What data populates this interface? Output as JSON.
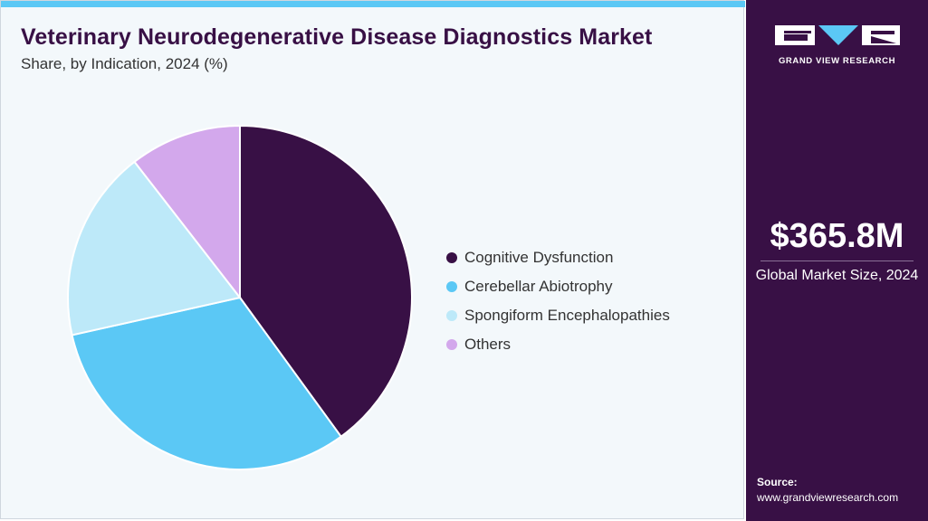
{
  "header": {
    "title": "Veterinary Neurodegenerative Disease Diagnostics Market",
    "subtitle": "Share, by Indication, 2024 (%)"
  },
  "brand": {
    "name": "GRAND VIEW RESEARCH",
    "logo_icon": "gvr-logo-icon",
    "colors": {
      "panel": "#381045",
      "accent": "#5bc8f5",
      "background": "#f3f8fb"
    }
  },
  "summary": {
    "market_size": "$365.8M",
    "market_size_label": "Global Market Size, 2024"
  },
  "source": {
    "label": "Source:",
    "url": "www.grandviewresearch.com"
  },
  "chart_data": {
    "type": "pie",
    "title": "Veterinary Neurodegenerative Disease Diagnostics Market",
    "subtitle": "Share, by Indication, 2024 (%)",
    "legend_position": "right",
    "start": "top, clockwise",
    "slices": [
      {
        "label": "Cognitive Dysfunction",
        "value": 40,
        "color": "#381045"
      },
      {
        "label": "Cerebellar Abiotrophy",
        "value": 31.5,
        "color": "#5bc8f5"
      },
      {
        "label": "Spongiform Encephalopathies",
        "value": 18,
        "color": "#bde9f9"
      },
      {
        "label": "Others",
        "value": 10.5,
        "color": "#d3a8ec"
      }
    ]
  }
}
